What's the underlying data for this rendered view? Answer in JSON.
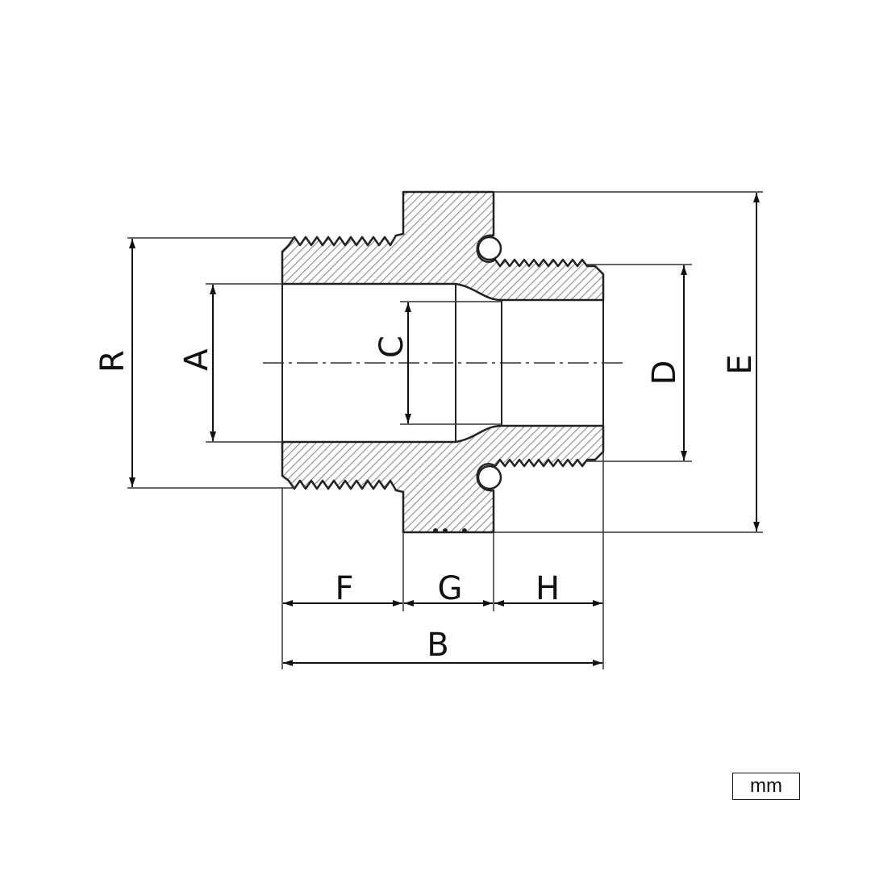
{
  "drawing": {
    "labels": {
      "R": "R",
      "A": "A",
      "C": "C",
      "D": "D",
      "E": "E",
      "F": "F",
      "G": "G",
      "H": "H",
      "B": "B"
    },
    "unit": "mm"
  }
}
